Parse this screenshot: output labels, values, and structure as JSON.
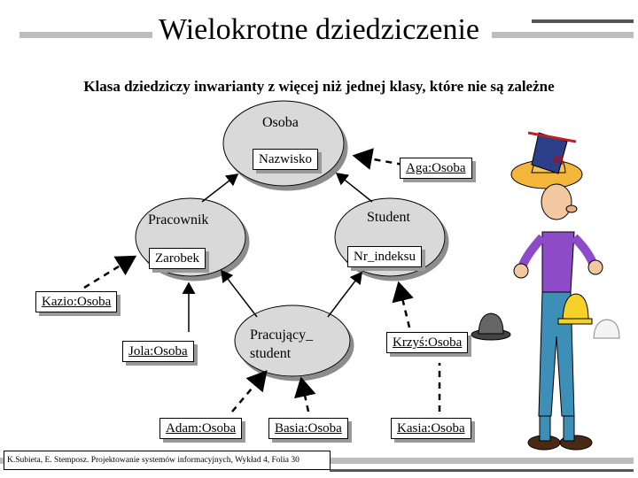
{
  "title": "Wielokrotne dziedziczenie",
  "subtitle": "Klasa dziedziczy inwarianty z więcej niż jednej klasy, które nie są zależne",
  "classes": {
    "osoba": {
      "name": "Osoba",
      "attribute": "Nazwisko"
    },
    "pracownik": {
      "name": "Pracownik",
      "attribute": "Zarobek"
    },
    "student": {
      "name": "Student",
      "attribute": "Nr_indeksu"
    },
    "pracujacy_student": {
      "name": "Pracujący_ student"
    }
  },
  "objects": {
    "aga": "Aga:Osoba",
    "kazio": "Kazio:Osoba",
    "jola": "Jola:Osoba",
    "krzys": "Krzyś:Osoba",
    "adam": "Adam:Osoba",
    "basia": "Basia:Osoba",
    "kasia": "Kasia:Osoba"
  },
  "footer": "K.Subieta, E. Stemposz. Projektowanie systemów informacyjnych, Wykład 4, Folia 30",
  "colors": {
    "ellipse_fill": "#d9d9d9",
    "shadow": "#9a9a9a",
    "bar": "#bdbdbd"
  },
  "illustration": {
    "icon": "person-with-hats-clipart",
    "hat_letter": "M"
  }
}
